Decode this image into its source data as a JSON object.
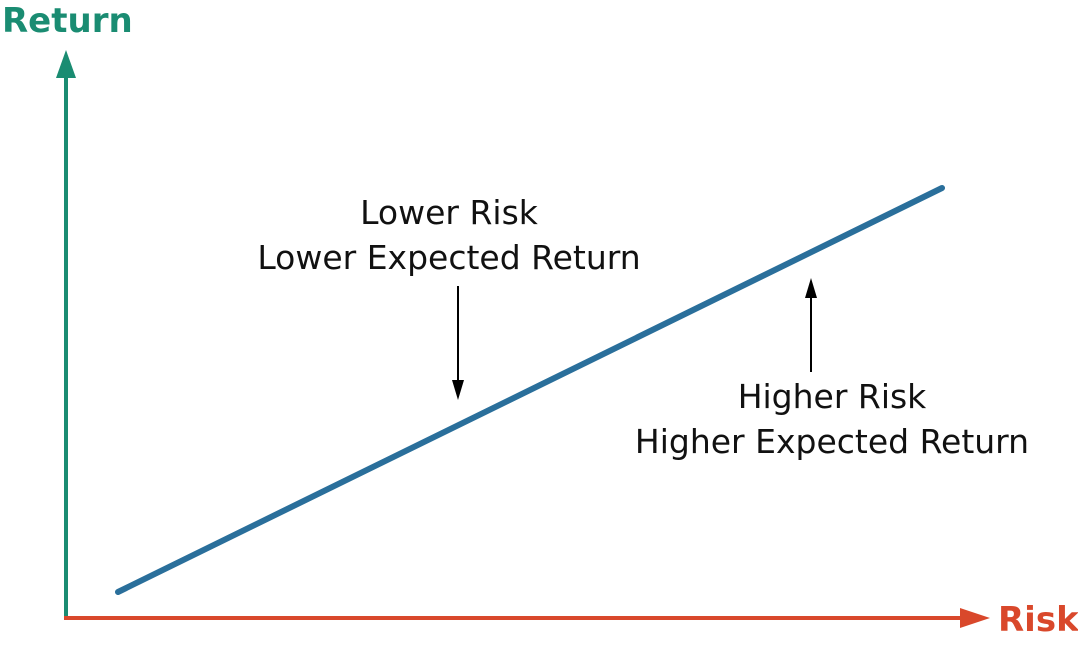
{
  "y_axis": {
    "label": "Return",
    "color": "#1a8c72"
  },
  "x_axis": {
    "label": "Risk",
    "color": "#d9482b"
  },
  "line": {
    "color": "#2a6f9b",
    "trend": "increasing"
  },
  "annotations": {
    "low": {
      "line1": "Lower Risk",
      "line2": "Lower Expected Return",
      "arrow": "down"
    },
    "high": {
      "line1": "Higher Risk",
      "line2": "Higher Expected Return",
      "arrow": "up"
    }
  },
  "arrow_color": "#000000"
}
